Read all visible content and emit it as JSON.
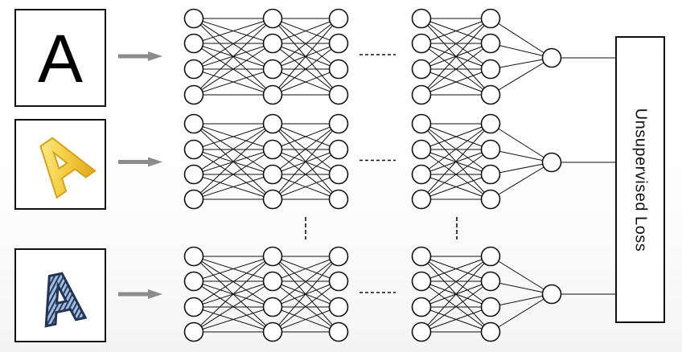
{
  "inputs": [
    {
      "glyph": "A",
      "style": "plain-black"
    },
    {
      "glyph": "A",
      "style": "yellow-3d"
    },
    {
      "glyph": "A",
      "style": "blue-textured"
    }
  ],
  "loss_box": {
    "label": "Unsupervised Loss"
  },
  "colors": {
    "stroke": "#111111",
    "arrow": "#8c8c8c",
    "yellow_fill": "#f5d24a",
    "yellow_edge": "#d9a21a",
    "blue_dark": "#2c3f66",
    "blue_light": "#a9c1e0"
  },
  "network": {
    "rows": 3,
    "layers_per_row": 6,
    "neurons_per_layer": 4,
    "output_neurons_per_row": 1,
    "ellipsis_between_layers": "dashed",
    "ellipsis_between_rows": "dashed"
  }
}
